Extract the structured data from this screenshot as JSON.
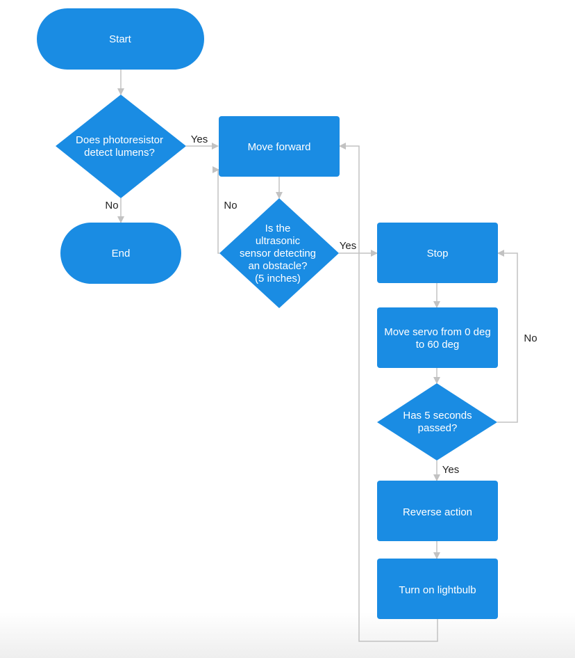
{
  "nodes": {
    "start": "Start",
    "photoresistor_decision": [
      "Does photoresistor",
      "detect lumens?"
    ],
    "end": "End",
    "move_forward": "Move forward",
    "ultrasonic_decision": [
      "Is the",
      "ultrasonic",
      "sensor detecting",
      "an obstacle?",
      "(5 inches)"
    ],
    "stop": "Stop",
    "move_servo": [
      "Move servo from 0 deg",
      "to 60 deg"
    ],
    "seconds_decision": [
      "Has 5 seconds",
      "passed?"
    ],
    "reverse_action": "Reverse action",
    "turn_on_lightbulb": "Turn on lightbulb"
  },
  "edge_labels": {
    "photoresistor_yes": "Yes",
    "photoresistor_no": "No",
    "ultrasonic_no": "No",
    "ultrasonic_yes": "Yes",
    "seconds_no": "No",
    "seconds_yes": "Yes"
  },
  "colors": {
    "node_fill": "#1a8ce3",
    "node_text": "#ffffff",
    "connector": "#c2c2c2",
    "label_text": "#222222"
  }
}
